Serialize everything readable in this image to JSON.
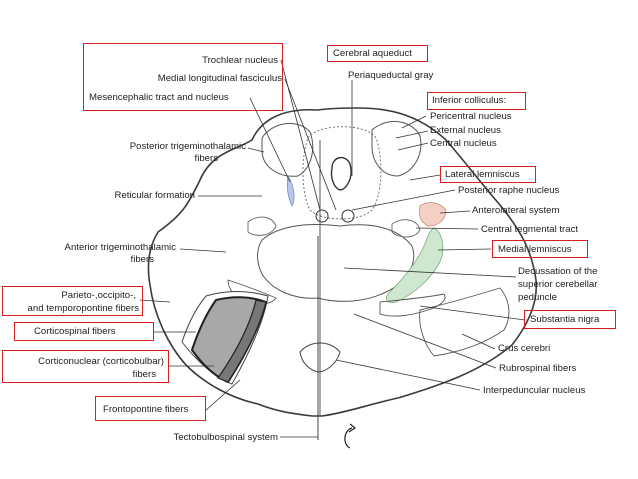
{
  "labels": {
    "trochlear_nucleus": "Trochlear nucleus",
    "mlf": "Medial longitudinal fasciculus",
    "mesencephalic_tract": "Mesencephalic tract and nucleus",
    "posterior_trigeminothalamic_1": "Posterior trigeminothalamic",
    "posterior_trigeminothalamic_2": "fibers",
    "reticular_formation": "Reticular formation",
    "anterior_trigeminothalamic_1": "Anterior trigeminothalamic",
    "anterior_trigeminothalamic_2": "fibers",
    "parieto_1": "Parieto-,occipito-,",
    "parieto_2": "and temporopontine fibers",
    "corticospinal": "Corticospinal fibers",
    "corticonuclear_1": "Corticonuclear (corticobulbar)",
    "corticonuclear_2": "fibers",
    "frontopontine": "Frontopontine fibers",
    "tectobulbospinal": "Tectobulbospinal system",
    "cerebral_aqueduct": "Cerebral aqueduct",
    "periaqueductal_gray": "Periaqueductal gray",
    "inferior_colliculus": "Inferior colliculus:",
    "pericentral_nucleus": "Pericentral nucleus",
    "external_nucleus": "External nucleus",
    "central_nucleus": "Central nucleus",
    "lateral_lemniscus": "Lateral lemniscus",
    "posterior_raphe": "Posterior raphe nucleus",
    "anterolateral_system": "Anterolateral system",
    "central_tegmental_tract": "Central tegmental tract",
    "medial_lemniscus": "Medial lemniscus",
    "decussation_1": "Decussation of the",
    "decussation_2": "superior cerebellar",
    "decussation_3": "peduncle",
    "substantia_nigra": "Substantia nigra",
    "crus_cerebri": "Crus cerebri",
    "rubrospinal": "Rubrospinal fibers",
    "interpeduncular": "Interpeduncular nucleus"
  },
  "colors": {
    "highlight_box": "#d81e1e",
    "outline": "#3a3a3a",
    "corticospinal_fill": "#a8a8a8",
    "medial_lemniscus_fill": "#cfe6cf",
    "anterolateral_fill": "#f4cfc4",
    "mesencephalic_fill": "#b8c8ec"
  }
}
